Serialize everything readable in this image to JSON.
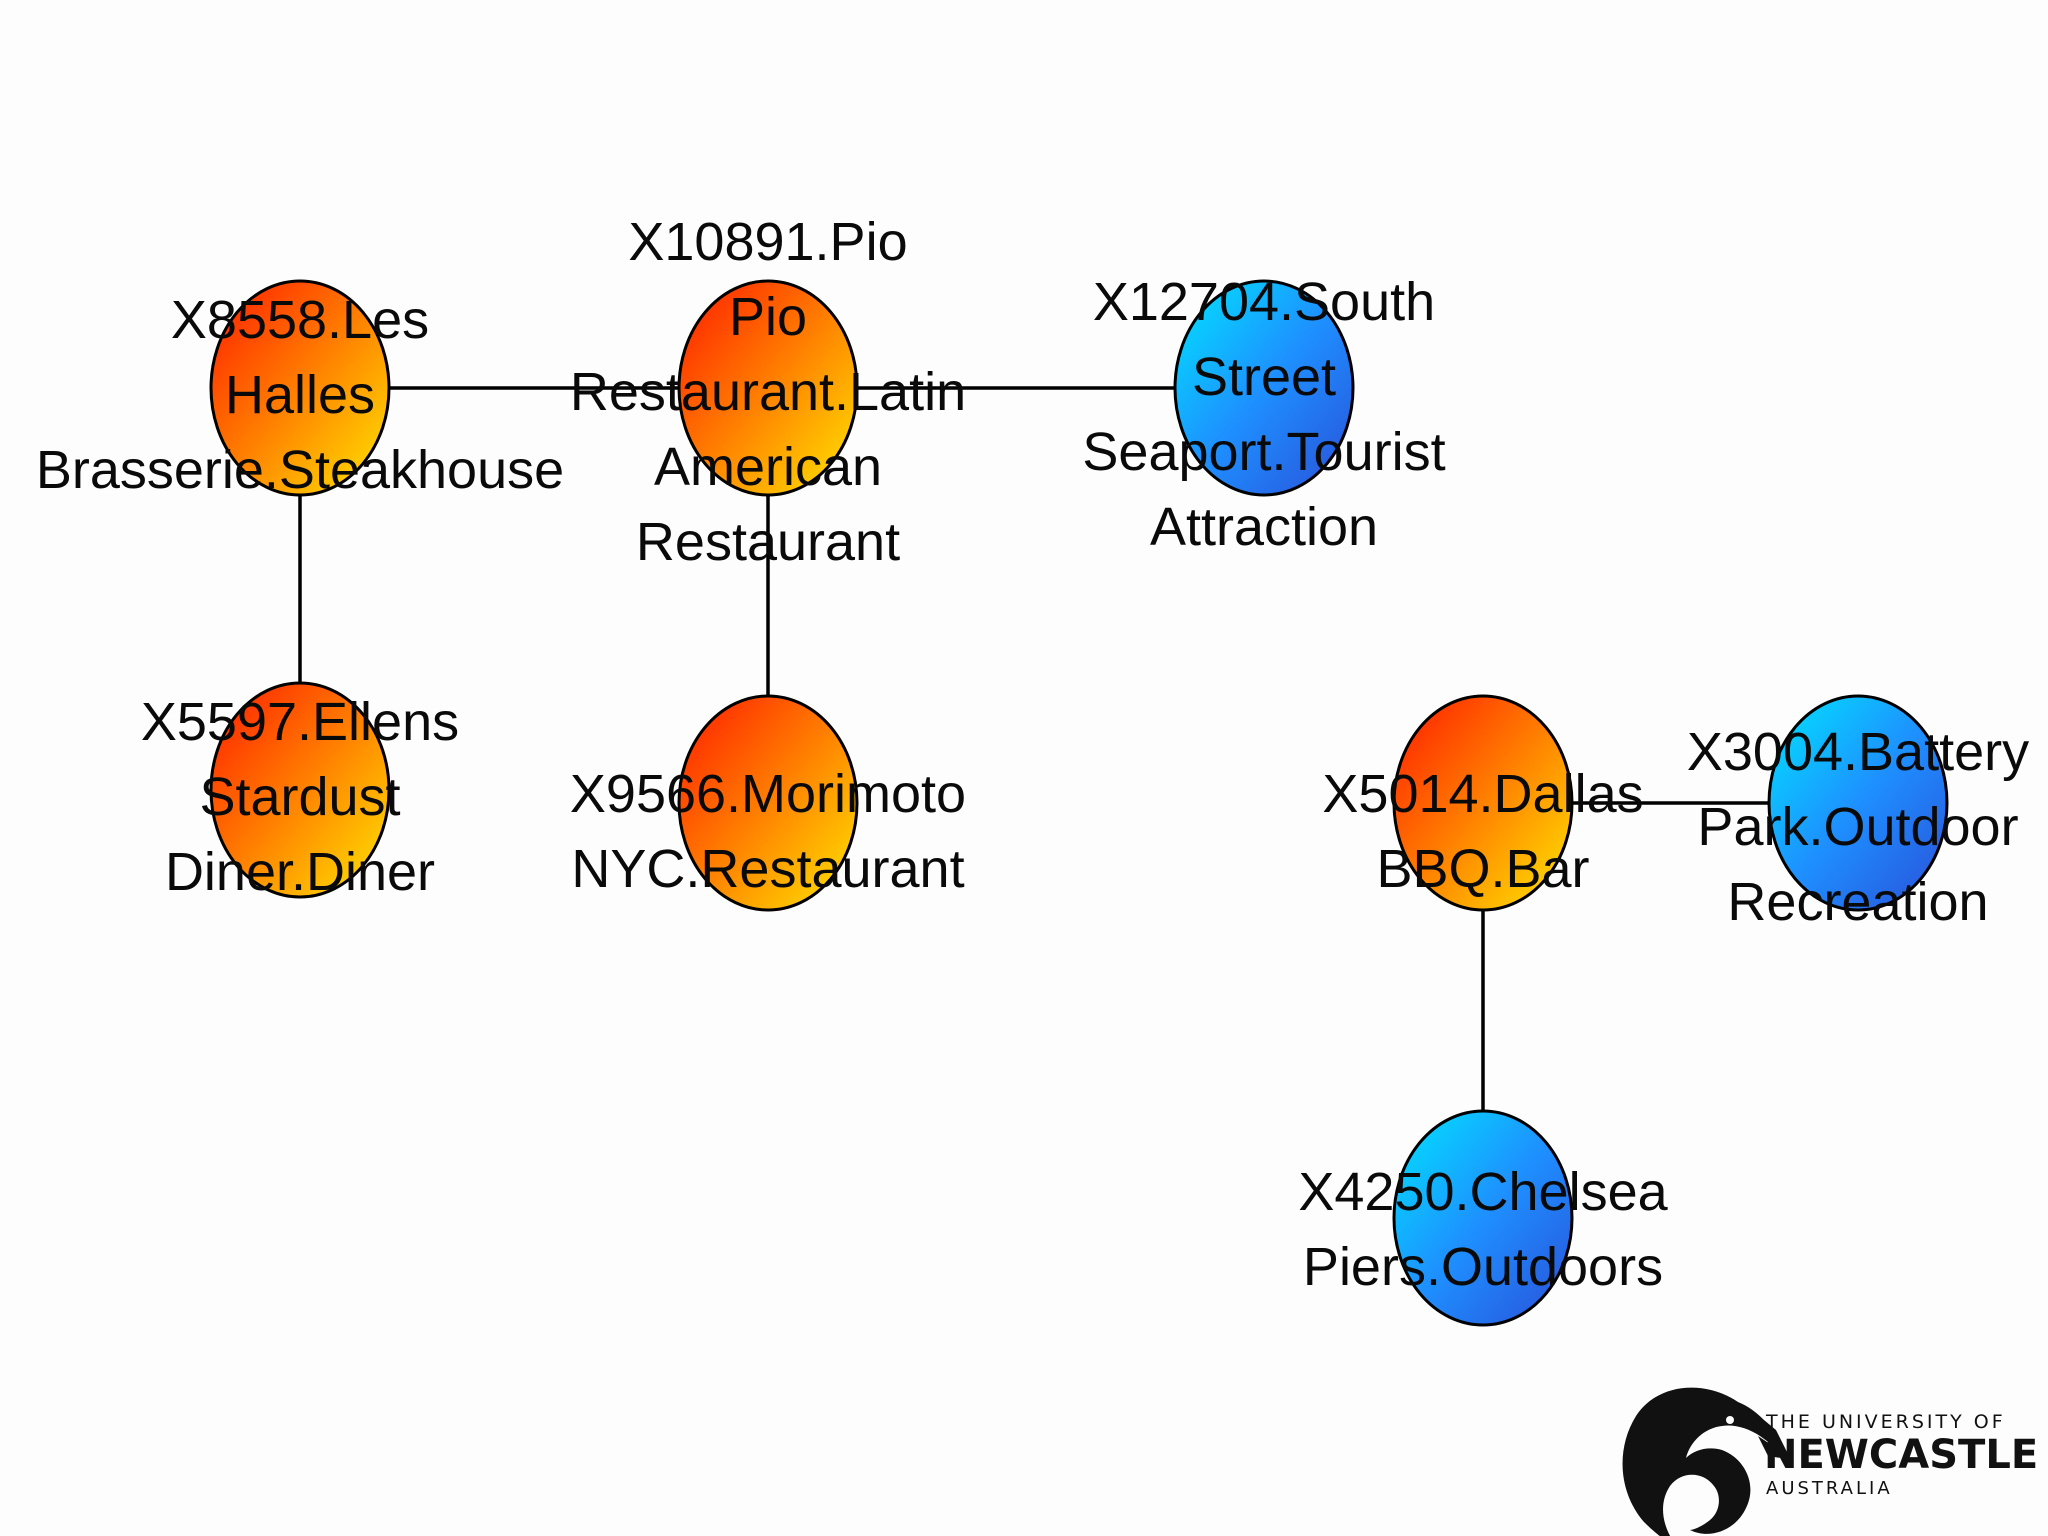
{
  "graph": {
    "colors": {
      "warm": [
        "#ff1a00",
        "#ff8000",
        "#ffe800"
      ],
      "cool": [
        "#00e5ff",
        "#1e90ff",
        "#2a4fd8"
      ],
      "edge": "#000000",
      "node_stroke": "#000000"
    },
    "nodes": [
      {
        "id": "n8558",
        "palette": "warm",
        "lines": [
          "X8558.Les",
          "Halles",
          "Brasserie.Steakhouse"
        ]
      },
      {
        "id": "n10891",
        "palette": "warm",
        "lines": [
          "X10891.Pio",
          "Pio",
          "Restaurant.Latin",
          "American",
          "Restaurant"
        ]
      },
      {
        "id": "n12704",
        "palette": "cool",
        "lines": [
          "X12704.South",
          "Street",
          "Seaport.Tourist",
          "Attraction"
        ]
      },
      {
        "id": "n5597",
        "palette": "warm",
        "lines": [
          "X5597.Ellens",
          "Stardust",
          "Diner.Diner"
        ]
      },
      {
        "id": "n9566",
        "palette": "warm",
        "lines": [
          "X9566.Morimoto",
          "NYC.Restaurant"
        ]
      },
      {
        "id": "n5014",
        "palette": "warm",
        "lines": [
          "X5014.Dallas",
          "BBQ.Bar"
        ]
      },
      {
        "id": "n3004",
        "palette": "cool",
        "lines": [
          "X3004.Battery",
          "Park.Outdoor",
          "Recreation"
        ]
      },
      {
        "id": "n4250",
        "palette": "cool",
        "lines": [
          "X4250.Chelsea",
          "Piers.Outdoors"
        ]
      }
    ],
    "edges": [
      [
        "n8558",
        "n10891"
      ],
      [
        "n10891",
        "n12704"
      ],
      [
        "n8558",
        "n5597"
      ],
      [
        "n10891",
        "n9566"
      ],
      [
        "n5014",
        "n3004"
      ],
      [
        "n5014",
        "n4250"
      ]
    ]
  },
  "logo": {
    "line1": "THE UNIVERSITY OF",
    "line2": "NEWCASTLE",
    "line3": "AUSTRALIA",
    "icon": "seahorse-icon"
  }
}
